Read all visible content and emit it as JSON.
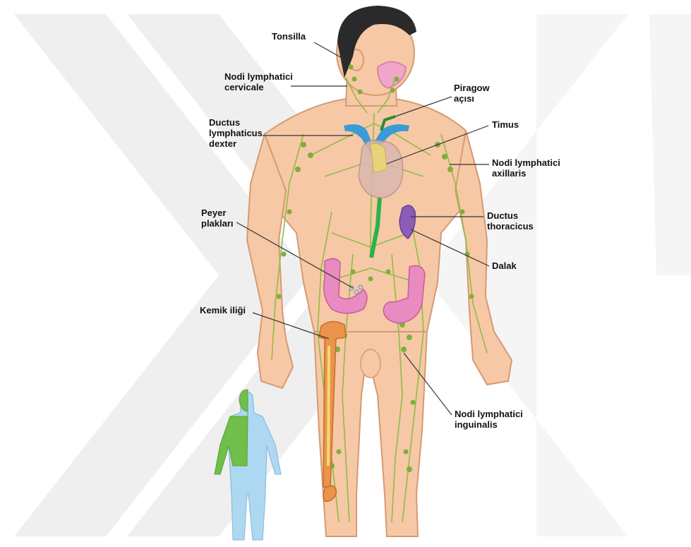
{
  "labels": {
    "tonsilla": "Tonsilla",
    "nodi_cervicale": [
      "Nodi lymphatici",
      "cervicale"
    ],
    "ductus_dexter": [
      "Ductus",
      "lymphaticus",
      "dexter"
    ],
    "peyer": [
      "Peyer",
      "plakları"
    ],
    "kemik": "Kemik iliği",
    "piragow": [
      "Piragow",
      "açısı"
    ],
    "timus": "Timus",
    "nodi_axillaris": [
      "Nodi lymphatici",
      "axillaris"
    ],
    "ductus_thoracicus": [
      "Ductus",
      "thoracicus"
    ],
    "dalak": "Dalak",
    "nodi_inguinalis": [
      "Nodi lymphatici",
      "inguinalis"
    ]
  },
  "colors": {
    "skin": "#f6c8a6",
    "skin_outline": "#d69a72",
    "hair": "#2a2a2a",
    "lymph": "#8fbd45",
    "lymph_node": "#7fae3a",
    "vessel_blue": "#3a9bd6",
    "thymus": "#e8d37a",
    "spleen": "#8b5cb8",
    "intestine": "#e98ac0",
    "bone": "#e9944a",
    "inset_green": "#6fbf4a",
    "inset_blue": "#aed8f2",
    "watermark": "#efefef"
  }
}
